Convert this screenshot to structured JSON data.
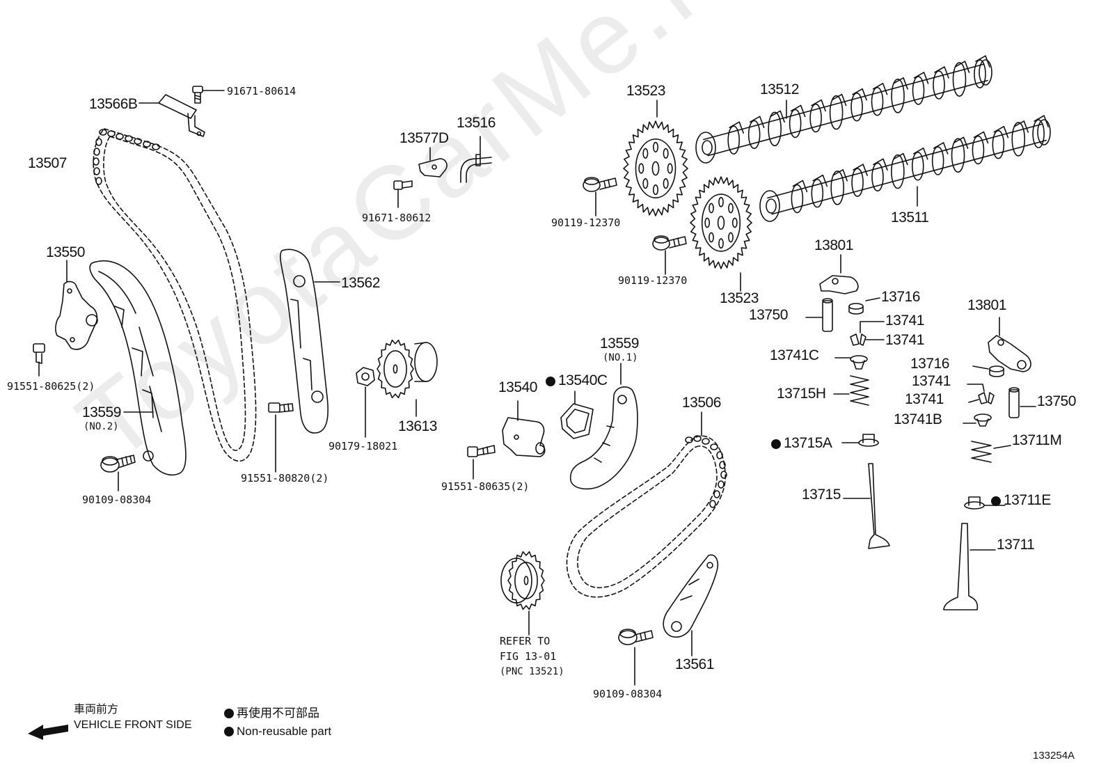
{
  "diagram_id": "133254A",
  "watermark": "ToyotaCarMe.ru",
  "legend": {
    "direction_jp": "車両前方",
    "direction_en": "VEHICLE FRONT SIDE",
    "nonreusable_jp": "再使用不可部品",
    "nonreusable_en": "Non-reusable part"
  },
  "refer_note": [
    "REFER TO",
    "FIG 13-01",
    "(PNC 13521)"
  ],
  "parts": {
    "p13566B": "13566B",
    "p91671_80614": "91671-80614",
    "p13507": "13507",
    "p13550": "13550",
    "p91551_80625": "91551-80625(2)",
    "p13559_no2": "13559",
    "p13559_no2_sub": "(NO.2)",
    "p90109_08304_a": "90109-08304",
    "p13562": "13562",
    "p91551_80820": "91551-80820(2)",
    "p13577D": "13577D",
    "p13516": "13516",
    "p91671_80612": "91671-80612",
    "p90179_18021": "90179-18021",
    "p13613": "13613",
    "p13540": "13540",
    "p13540C": "13540C",
    "p91551_80635": "91551-80635(2)",
    "p13559_no1": "13559",
    "p13559_no1_sub": "(NO.1)",
    "p13523_a": "13523",
    "p90119_12370_a": "90119-12370",
    "p90119_12370_b": "90119-12370",
    "p13523_b": "13523",
    "p13512": "13512",
    "p13511": "13511",
    "p13801_a": "13801",
    "p13716_a": "13716",
    "p13750_a": "13750",
    "p13741_a": "13741",
    "p13741_b": "13741",
    "p13741C": "13741C",
    "p13715H": "13715H",
    "p13715A": "13715A",
    "p13715": "13715",
    "p13801_b": "13801",
    "p13716_b": "13716",
    "p13741_c": "13741",
    "p13741_d": "13741",
    "p13750_b": "13750",
    "p13741B": "13741B",
    "p13711M": "13711M",
    "p13711E": "13711E",
    "p13711": "13711",
    "p13506": "13506",
    "p13561": "13561",
    "p90109_08304_b": "90109-08304"
  },
  "colors": {
    "ink": "#111111",
    "watermark": "#ececec",
    "background": "#ffffff"
  }
}
